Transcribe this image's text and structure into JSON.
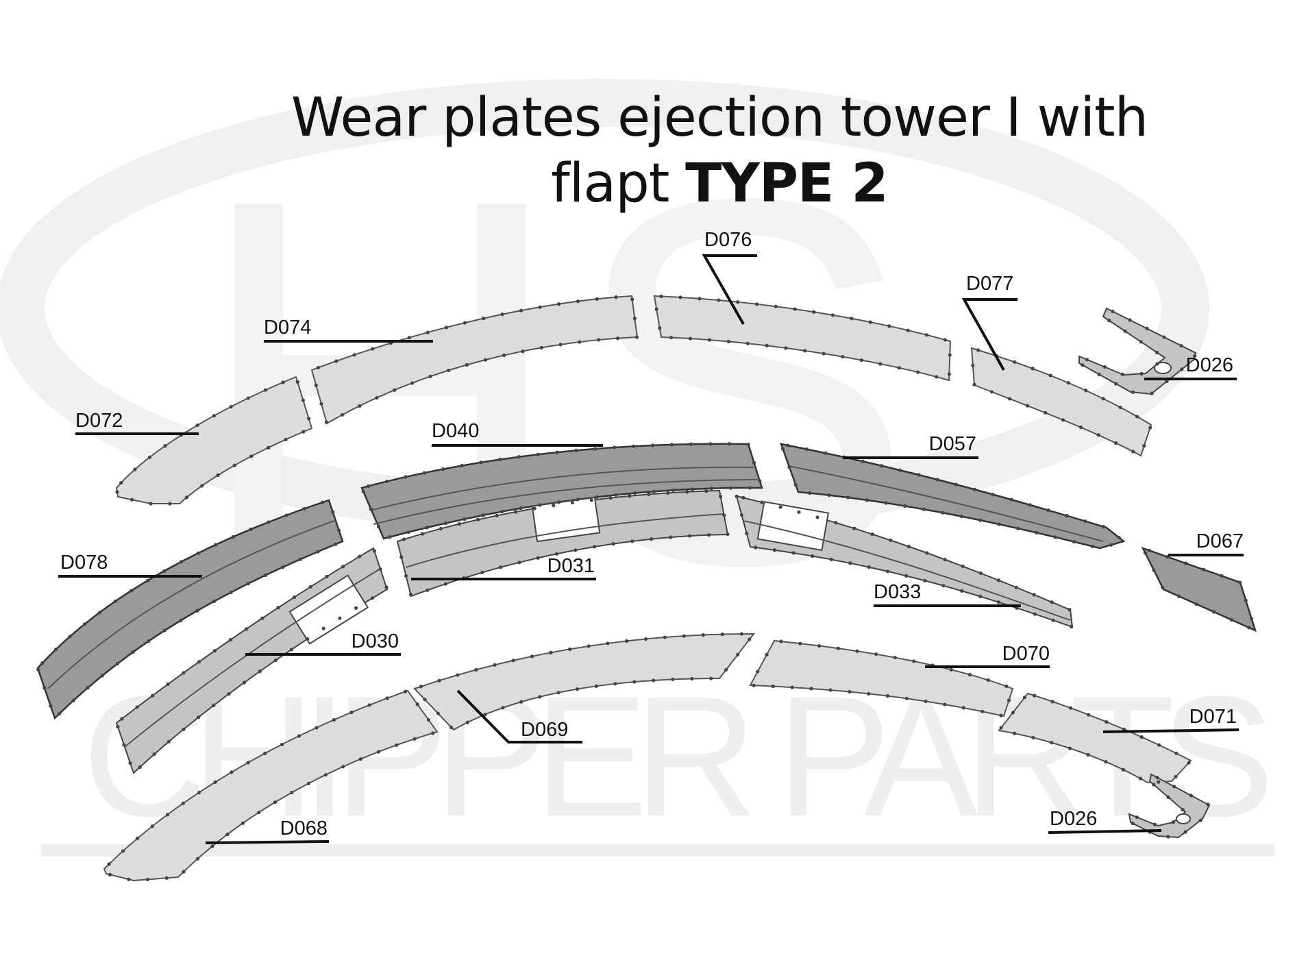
{
  "title": {
    "line1": "Wear plates ejection tower I with",
    "line2_prefix": "flapt",
    "line2_bold": "TYPE 2"
  },
  "watermark": {
    "logo": "HS",
    "text": "CHIPPER PARTS"
  },
  "parts": [
    {
      "code": "D076"
    },
    {
      "code": "D077"
    },
    {
      "code": "D074"
    },
    {
      "code": "D026"
    },
    {
      "code": "D072"
    },
    {
      "code": "D040"
    },
    {
      "code": "D057"
    },
    {
      "code": "D078"
    },
    {
      "code": "D031"
    },
    {
      "code": "D067"
    },
    {
      "code": "D033"
    },
    {
      "code": "D030"
    },
    {
      "code": "D070"
    },
    {
      "code": "D071"
    },
    {
      "code": "D069"
    },
    {
      "code": "D068"
    },
    {
      "code": "D026"
    }
  ],
  "colors": {
    "plate_light": "#dcdcdc",
    "plate_mid": "#c4c4c4",
    "plate_dark": "#9a9a9a",
    "watermark": "#efefef"
  }
}
